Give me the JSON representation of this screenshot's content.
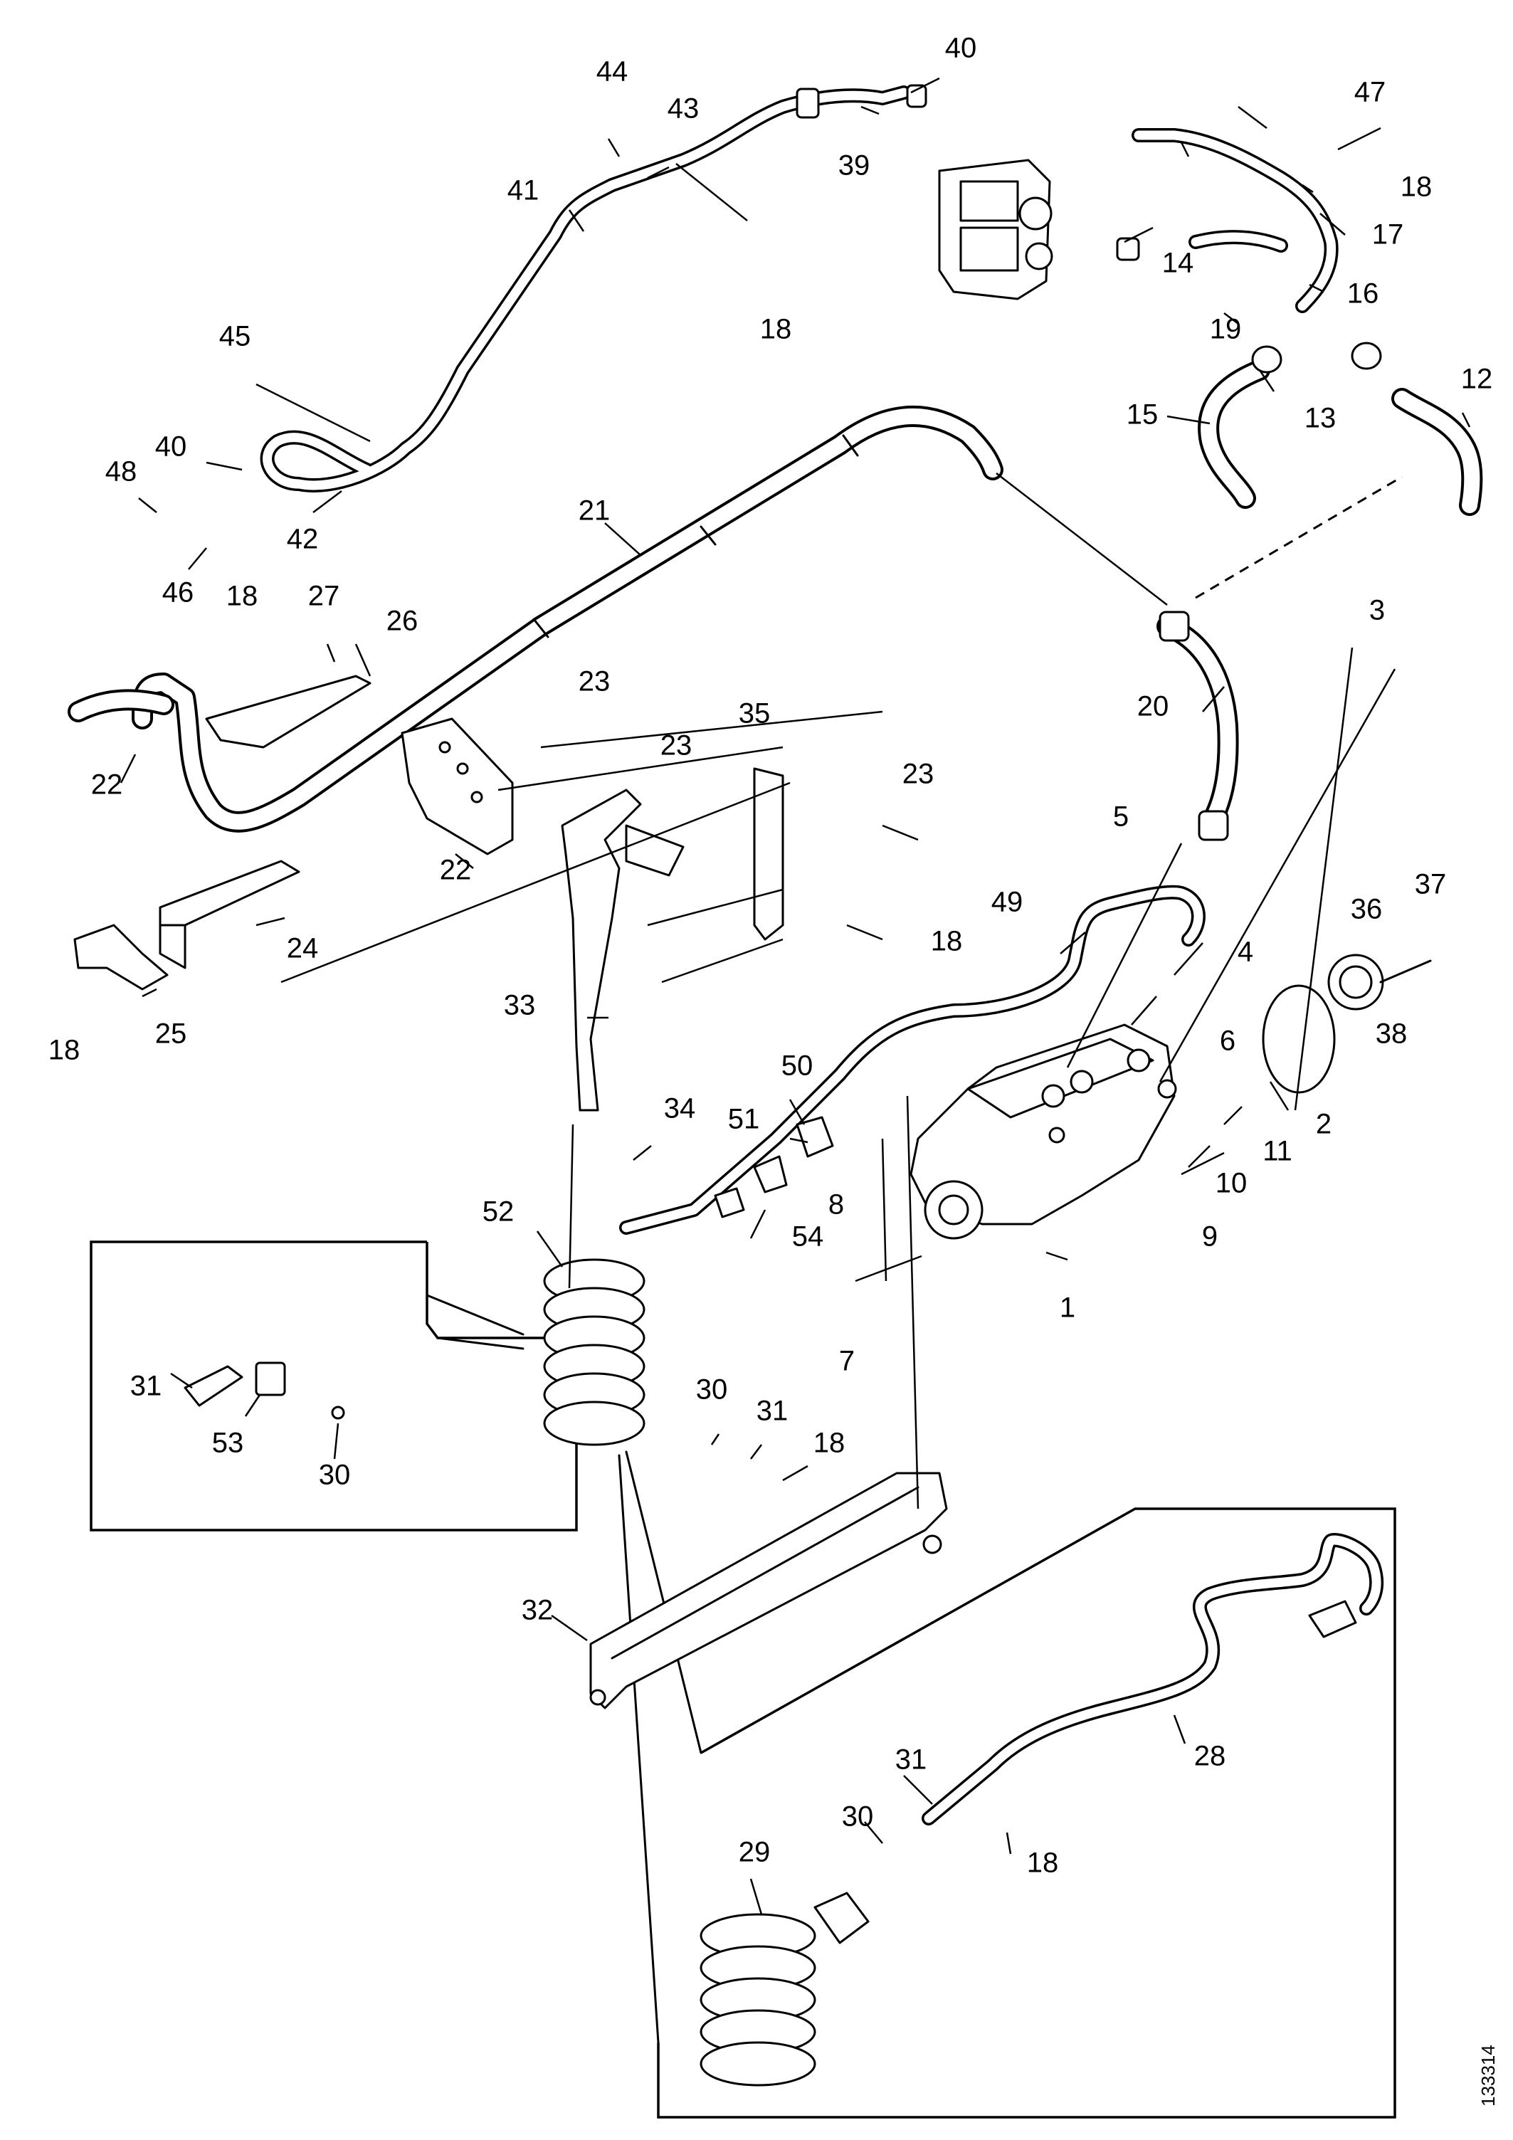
{
  "labels": {
    "p1": "1",
    "p2": "2",
    "p3": "3",
    "p4": "4",
    "p5": "5",
    "p6": "6",
    "p7": "7",
    "p8": "8",
    "p9": "9",
    "p10": "10",
    "p11": "11",
    "p12": "12",
    "p13": "13",
    "p14": "14",
    "p15": "15",
    "p16": "16",
    "p17": "17",
    "p18": "18",
    "p19": "19",
    "p20": "20",
    "p21": "21",
    "p22": "22",
    "p23": "23",
    "p24": "24",
    "p25": "25",
    "p26": "26",
    "p27": "27",
    "p28": "28",
    "p29": "29",
    "p30": "30",
    "p31": "31",
    "p32": "32",
    "p33": "33",
    "p34": "34",
    "p35": "35",
    "p36": "36",
    "p37": "37",
    "p38": "38",
    "p39": "39",
    "p40": "40",
    "p41": "41",
    "p42": "42",
    "p43": "43",
    "p44": "44",
    "p45": "45",
    "p46": "46",
    "p47": "47",
    "p48": "48",
    "p49": "49",
    "p50": "50",
    "p51": "51",
    "p52": "52",
    "p53": "53",
    "p54": "54"
  },
  "reference_number": "133314"
}
